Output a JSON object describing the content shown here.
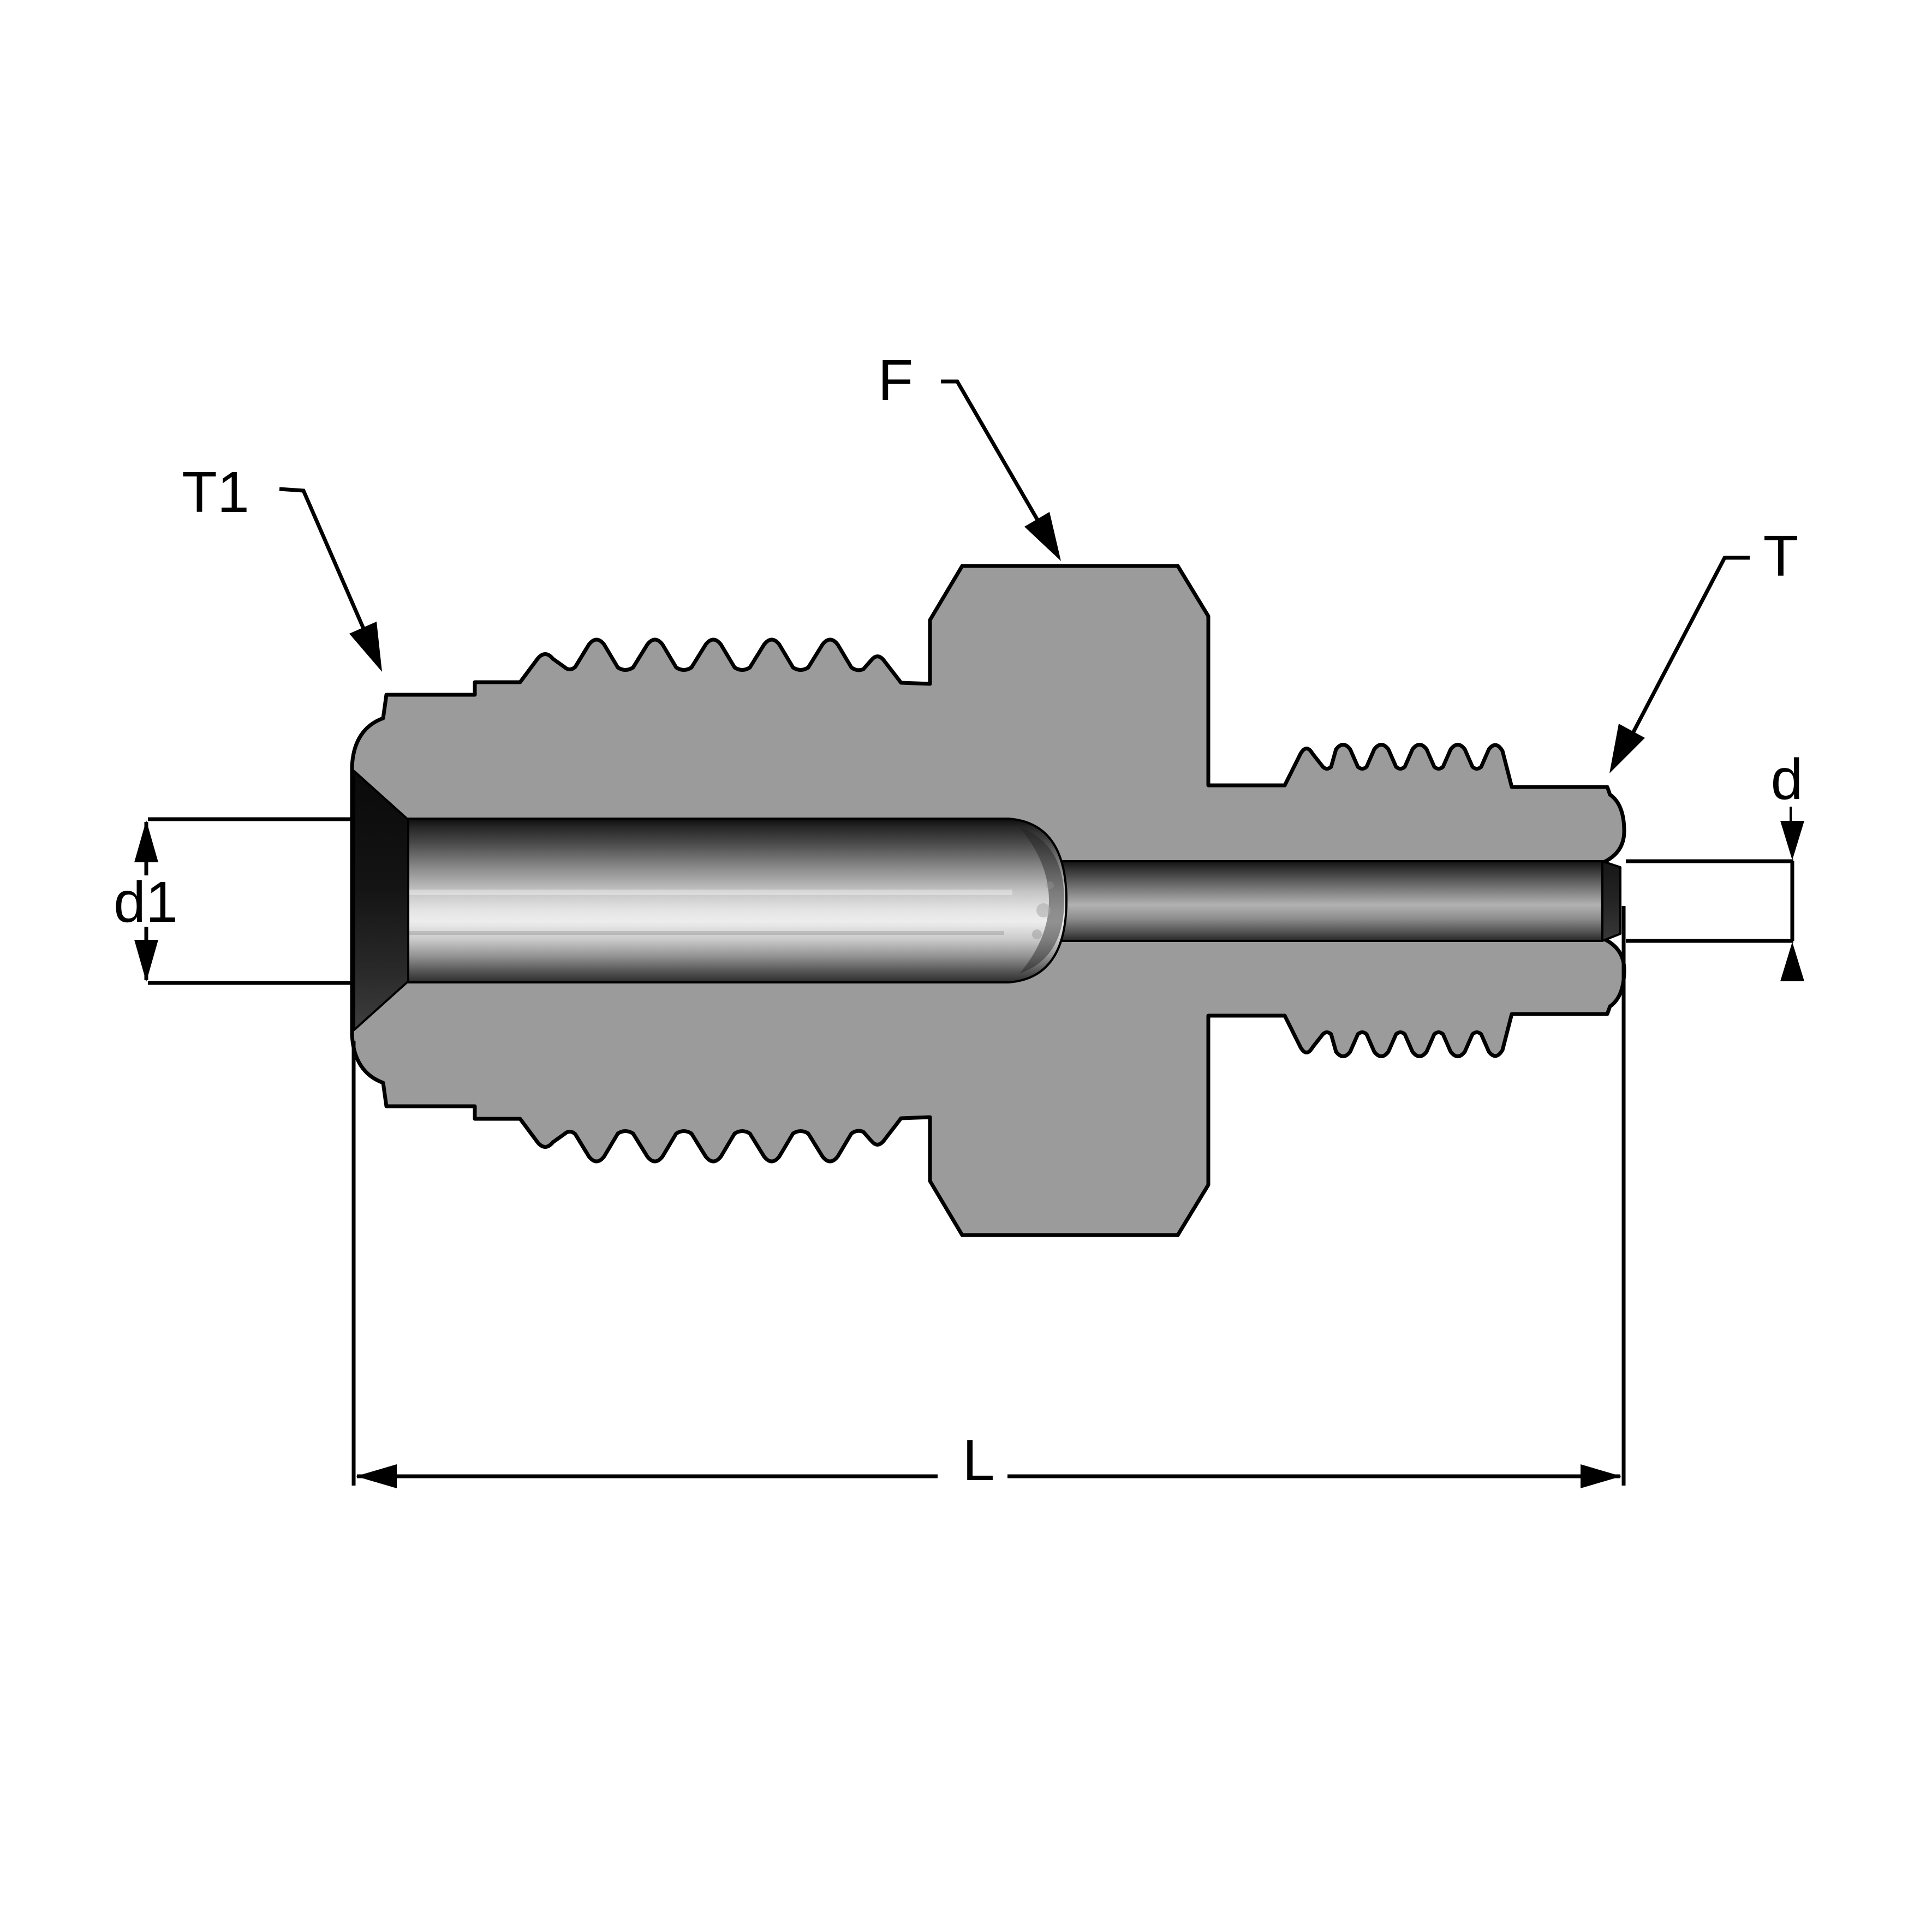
{
  "drawing": {
    "labels": {
      "left_thread": "T1",
      "flange": "F",
      "right_thread": "T",
      "right_bore_diameter": "d",
      "left_bore_diameter": "d1",
      "overall_length": "L"
    },
    "colors": {
      "background": "#ffffff",
      "body": "#9b9b9b",
      "outline": "#000000",
      "annotation": "#000000"
    }
  }
}
